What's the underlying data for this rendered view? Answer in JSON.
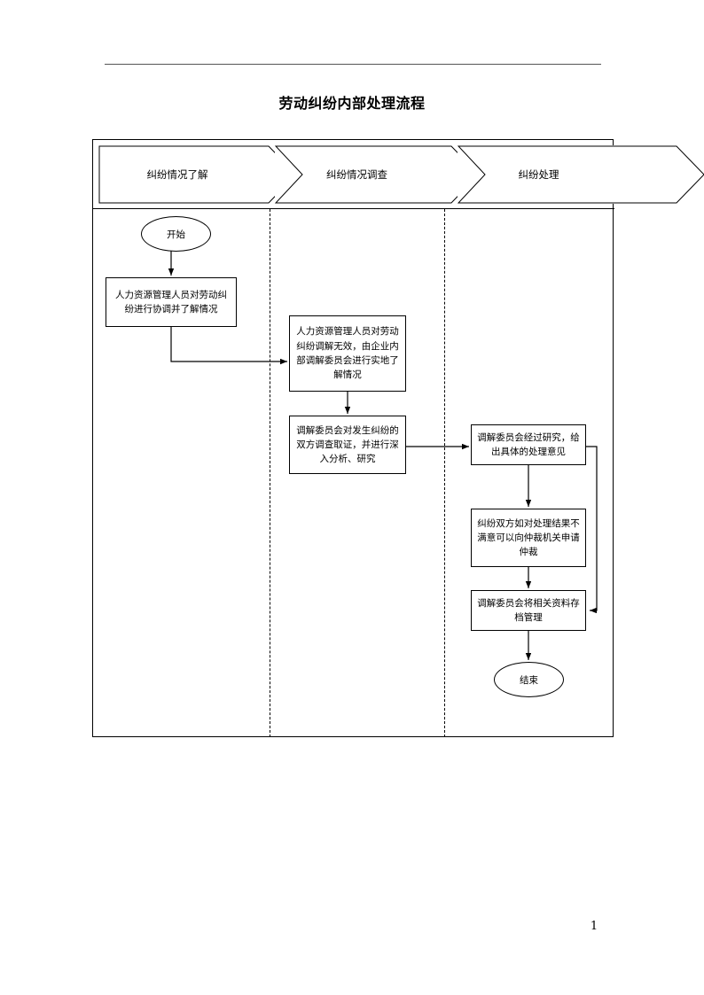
{
  "document": {
    "title": "劳动纠纷内部处理流程",
    "page_number": "1"
  },
  "diagram": {
    "phases": [
      {
        "label": "纠纷情况了解"
      },
      {
        "label": "纠纷情况调查"
      },
      {
        "label": "纠纷处理"
      }
    ],
    "nodes": [
      {
        "id": "start",
        "type": "terminator",
        "label": "开始"
      },
      {
        "id": "p1",
        "type": "process",
        "label": "人力资源管理人员对劳动纠纷进行协调并了解情况"
      },
      {
        "id": "p2",
        "type": "process",
        "label": "人力资源管理人员对劳动纠纷调解无效，由企业内部调解委员会进行实地了解情况"
      },
      {
        "id": "p3",
        "type": "process",
        "label": "调解委员会对发生纠纷的双方调查取证，并进行深入分析、研究"
      },
      {
        "id": "p4",
        "type": "process",
        "label": "调解委员会经过研究，给出具体的处理意见"
      },
      {
        "id": "p5",
        "type": "process",
        "label": "纠纷双方如对处理结果不满意可以向仲裁机关申请仲裁"
      },
      {
        "id": "p6",
        "type": "process",
        "label": "调解委员会将相关资料存档管理"
      },
      {
        "id": "end",
        "type": "terminator",
        "label": "结束"
      }
    ],
    "colors": {
      "line": "#000000",
      "shape_fill": "#ffffff",
      "header_rule": "#555555"
    }
  }
}
